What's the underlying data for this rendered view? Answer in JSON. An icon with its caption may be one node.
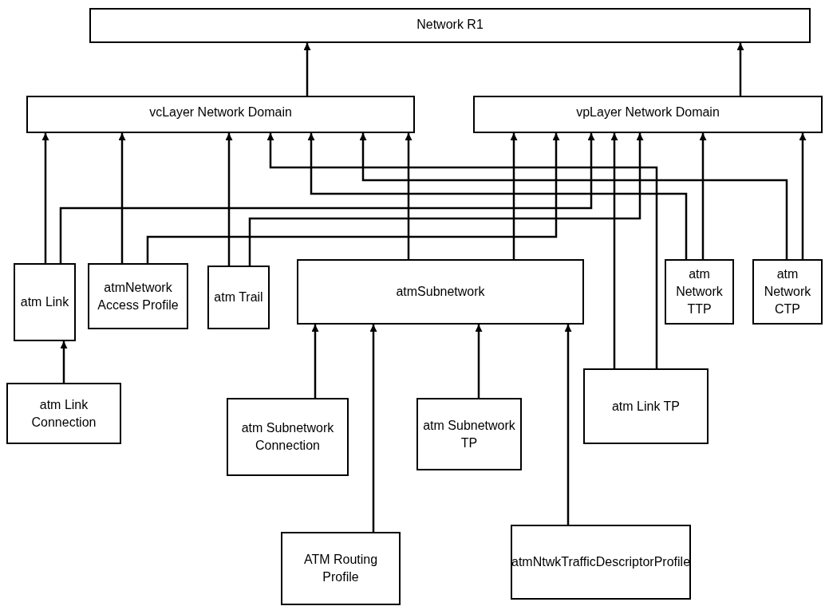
{
  "diagram": {
    "nodes": [
      {
        "text": [
          "Network R1"
        ]
      },
      {
        "text": [
          "vcLayer Network Domain"
        ]
      },
      {
        "text": [
          "vpLayer Network Domain"
        ]
      },
      {
        "text": [
          "atm Link"
        ]
      },
      {
        "text": [
          "atmNetwork Access Profile"
        ]
      },
      {
        "text": [
          "atm Trail"
        ]
      },
      {
        "text": [
          "atmSubnetwork"
        ]
      },
      {
        "text": [
          "atm Network TTP"
        ]
      },
      {
        "text": [
          "atm Network CTP"
        ]
      },
      {
        "text": [
          "atm Link Connection"
        ]
      },
      {
        "text": [
          "atm Subnetwork Connection"
        ]
      },
      {
        "text": [
          "atm Subnetwork TP"
        ]
      },
      {
        "text": [
          "atm Link TP"
        ]
      },
      {
        "text": [
          "ATM Routing Profile"
        ]
      },
      {
        "text": [
          "atmNtwkTrafficDescriptorProfile"
        ]
      }
    ],
    "edges": [
      {
        "from": 1,
        "to": 0,
        "arrow": "to"
      },
      {
        "from": 2,
        "to": 0,
        "arrow": "to"
      },
      {
        "from": 3,
        "to": 1,
        "arrow": "to"
      },
      {
        "from": 3,
        "to": 2,
        "arrow": "to"
      },
      {
        "from": 4,
        "to": 1,
        "arrow": "to"
      },
      {
        "from": 4,
        "to": 2,
        "arrow": "to"
      },
      {
        "from": 5,
        "to": 1,
        "arrow": "to"
      },
      {
        "from": 5,
        "to": 2,
        "arrow": "to"
      },
      {
        "from": 6,
        "to": 1,
        "arrow": "to"
      },
      {
        "from": 6,
        "to": 2,
        "arrow": "to"
      },
      {
        "from": 7,
        "to": 1,
        "arrow": "to"
      },
      {
        "from": 7,
        "to": 2,
        "arrow": "to"
      },
      {
        "from": 8,
        "to": 1,
        "arrow": "to"
      },
      {
        "from": 8,
        "to": 2,
        "arrow": "to"
      },
      {
        "from": 12,
        "to": 1,
        "arrow": "to"
      },
      {
        "from": 12,
        "to": 2,
        "arrow": "to"
      },
      {
        "from": 9,
        "to": 3,
        "arrow": "to"
      },
      {
        "from": 10,
        "to": 6,
        "arrow": "to"
      },
      {
        "from": 13,
        "to": 6,
        "arrow": "to"
      },
      {
        "from": 11,
        "to": 6,
        "arrow": "to"
      },
      {
        "from": 14,
        "to": 6,
        "arrow": "to"
      }
    ]
  }
}
